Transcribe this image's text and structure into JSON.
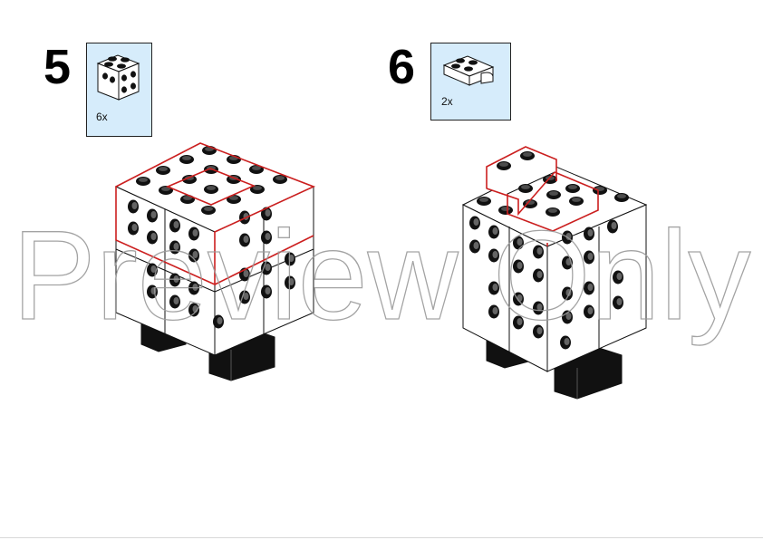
{
  "steps": [
    {
      "number": "5",
      "part_qty": "6x",
      "part_icon": "brick-2x2-studs-on-side-icon"
    },
    {
      "number": "6",
      "part_qty": "2x",
      "part_icon": "plate-2x2-with-curve-icon"
    }
  ],
  "watermark": "Preview Only",
  "colors": {
    "parts_box": "#d6ecfb",
    "highlight_outline": "#cc1f1f",
    "brick": "#ffffff",
    "stud": "#111111"
  }
}
